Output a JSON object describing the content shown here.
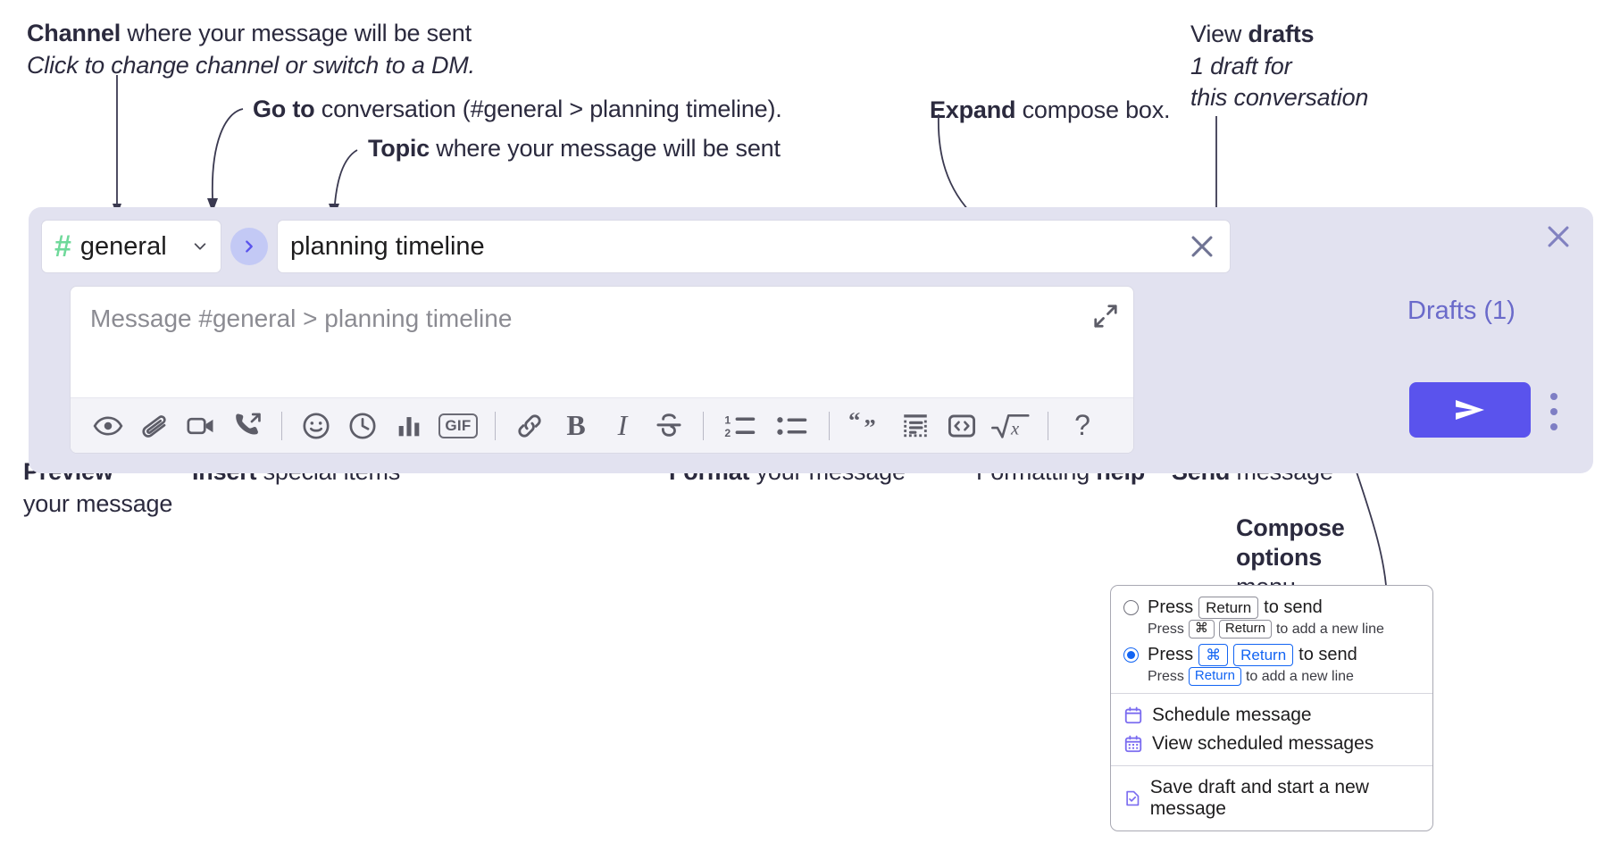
{
  "annotations": {
    "channel": {
      "bold": "Channel",
      "rest": " where your message will be sent",
      "italic": "Click to change channel or switch to a DM."
    },
    "goto": {
      "bold": "Go to",
      "rest": " conversation (#general > planning timeline)."
    },
    "topic": {
      "bold": "Topic",
      "rest": " where your message will be sent"
    },
    "expand": {
      "bold": "Expand",
      "rest": " compose box."
    },
    "drafts": {
      "bold_lead": "View ",
      "bold": "drafts",
      "italic1": "1 draft for",
      "italic2": "this conversation"
    },
    "preview": {
      "bold": "Preview",
      "rest": "your message"
    },
    "insert": {
      "bold": "Insert",
      "rest": " special items"
    },
    "format": {
      "bold": "Format",
      "rest": " your message"
    },
    "help": {
      "lead": "Formatting ",
      "bold": "help"
    },
    "send": {
      "bold": "Send",
      "rest": " message"
    },
    "compose_options": {
      "bold1": "Compose",
      "bold2": "options",
      "rest": "menu"
    }
  },
  "compose": {
    "channel": {
      "hash": "#",
      "name": "general",
      "chevron_icon": "chevron-down-icon"
    },
    "go_icon": "chevron-right-icon",
    "topic": {
      "value": "planning timeline",
      "clear_icon": "close-icon"
    },
    "message": {
      "placeholder": "Message #general > planning timeline",
      "expand_icon": "expand-diagonal-icon"
    },
    "toolbar": [
      {
        "name": "preview-icon",
        "label": "Preview"
      },
      {
        "name": "attachment-icon",
        "label": "Attach"
      },
      {
        "name": "video-icon",
        "label": "Video clip"
      },
      {
        "name": "huddle-icon",
        "label": "Audio clip"
      },
      {
        "name": "separator",
        "label": ""
      },
      {
        "name": "emoji-icon",
        "label": "Emoji"
      },
      {
        "name": "clock-icon",
        "label": "Reminder"
      },
      {
        "name": "poll-icon",
        "label": "Poll"
      },
      {
        "name": "gif-icon",
        "label": "GIF"
      },
      {
        "name": "separator",
        "label": ""
      },
      {
        "name": "link-icon",
        "label": "Link"
      },
      {
        "name": "bold-icon",
        "label": "B"
      },
      {
        "name": "italic-icon",
        "label": "I"
      },
      {
        "name": "strikethrough-icon",
        "label": "Strikethrough"
      },
      {
        "name": "separator",
        "label": ""
      },
      {
        "name": "ordered-list-icon",
        "label": "Ordered list"
      },
      {
        "name": "bulleted-list-icon",
        "label": "Bulleted list"
      },
      {
        "name": "separator",
        "label": ""
      },
      {
        "name": "blockquote-icon",
        "label": "Blockquote"
      },
      {
        "name": "code-block-icon",
        "label": "Code block"
      },
      {
        "name": "code-icon",
        "label": "Code"
      },
      {
        "name": "math-icon",
        "label": "Math"
      },
      {
        "name": "separator",
        "label": ""
      },
      {
        "name": "help-icon",
        "label": "?"
      }
    ],
    "drafts_label": "Drafts (1)",
    "panel_close_icon": "close-icon",
    "send_icon": "send-paper-plane-icon",
    "kebab_icon": "more-options-vertical-icon"
  },
  "menu": {
    "option1": {
      "selected": false,
      "pre": "Press",
      "key": "Return",
      "post": "to send",
      "sub_pre": "Press",
      "sub_key1": "⌘",
      "sub_key2": "Return",
      "sub_post": "to add a new line"
    },
    "option2": {
      "selected": true,
      "pre": "Press",
      "key1": "⌘",
      "key2": "Return",
      "post": "to send",
      "sub_pre": "Press",
      "sub_key": "Return",
      "sub_post": "to add a new line"
    },
    "items": [
      {
        "icon": "calendar-schedule-icon",
        "label": "Schedule message"
      },
      {
        "icon": "calendar-grid-icon",
        "label": "View scheduled messages"
      },
      {
        "icon": "save-draft-icon",
        "label": "Save draft and start a new message"
      }
    ]
  },
  "colors": {
    "accent_purple": "#5a53ed",
    "panel_bg": "#e2e2f0",
    "hash_green": "#6fd99a",
    "link_blue": "#1264f3",
    "draft_text": "#6a6aca",
    "anno_text": "#2b2a3e"
  }
}
